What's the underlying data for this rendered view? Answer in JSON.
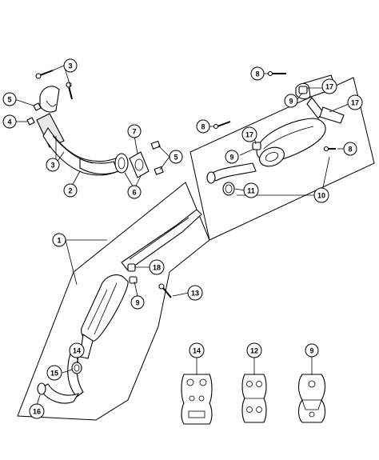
{
  "callouts": {
    "c1": "1",
    "c2": "2",
    "c3a": "3",
    "c3b": "3",
    "c4": "4",
    "c5a": "5",
    "c5b": "5",
    "c6": "6",
    "c7": "7",
    "c8a": "8",
    "c8b": "8",
    "c8c": "8",
    "c9a": "9",
    "c9b": "9",
    "c9c": "9",
    "c9d": "9",
    "c10": "10",
    "c11": "11",
    "c12": "12",
    "c13": "13",
    "c14a": "14",
    "c14b": "14",
    "c15": "15",
    "c16": "16",
    "c17a": "17",
    "c17b": "17",
    "c17c": "17",
    "c18": "18"
  }
}
